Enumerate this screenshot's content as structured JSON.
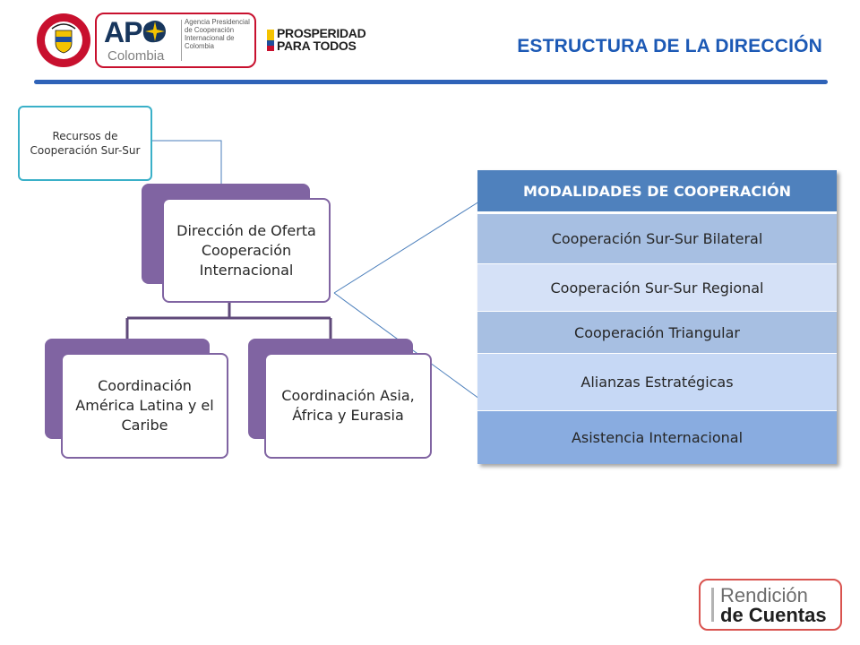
{
  "header": {
    "apc_mark": "APC",
    "apc_country": "Colombia",
    "apc_agency_name": "Agencia Presidencial de Cooperación Internacional de Colombia",
    "prosperidad_line1": "PROSPERIDAD",
    "prosperidad_line2": "PARA TODOS",
    "title": "ESTRUCTURA DE LA DIRECCIÓN",
    "accent_color": "#1c59b5"
  },
  "org_chart": {
    "side_note": "Recursos de Cooperación Sur-Sur",
    "root": "Dirección de Oferta Cooperación Internacional",
    "children": [
      "Coordinación América Latina y el Caribe",
      "Coordinación Asia, África y Eurasia"
    ],
    "block_color": "#8064a2",
    "note_border_color": "#3ab0c8"
  },
  "modalities": {
    "header": "MODALIDADES DE COOPERACIÓN",
    "header_color": "#4f81bd",
    "rows": [
      {
        "label": "Cooperación Sur-Sur Bilateral",
        "color": "#a7bfe2"
      },
      {
        "label": "Cooperación Sur-Sur Regional",
        "color": "#d5e1f7"
      },
      {
        "label": "Cooperación Triangular",
        "color": "#a7bfe2"
      },
      {
        "label": "Alianzas Estratégicas",
        "color": "#c6d8f5"
      },
      {
        "label": "Asistencia Internacional",
        "color": "#89ace0"
      }
    ]
  },
  "footer": {
    "line1": "Rendición",
    "line2": "de Cuentas"
  }
}
